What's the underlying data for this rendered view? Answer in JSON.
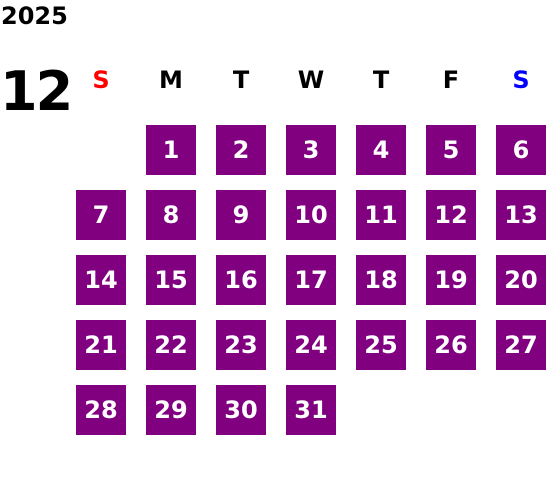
{
  "calendar": {
    "year": "2025",
    "month": "12",
    "weekdays": [
      {
        "label": "S",
        "color": "#ff0000"
      },
      {
        "label": "M",
        "color": "#000000"
      },
      {
        "label": "T",
        "color": "#000000"
      },
      {
        "label": "W",
        "color": "#000000"
      },
      {
        "label": "T",
        "color": "#000000"
      },
      {
        "label": "F",
        "color": "#000000"
      },
      {
        "label": "S",
        "color": "#0000ff"
      }
    ],
    "first_weekday_index": 1,
    "days": [
      "1",
      "2",
      "3",
      "4",
      "5",
      "6",
      "7",
      "8",
      "9",
      "10",
      "11",
      "12",
      "13",
      "14",
      "15",
      "16",
      "17",
      "18",
      "19",
      "20",
      "21",
      "22",
      "23",
      "24",
      "25",
      "26",
      "27",
      "28",
      "29",
      "30",
      "31"
    ],
    "day_cell_color": "#800080",
    "day_text_color": "#ffffff"
  }
}
